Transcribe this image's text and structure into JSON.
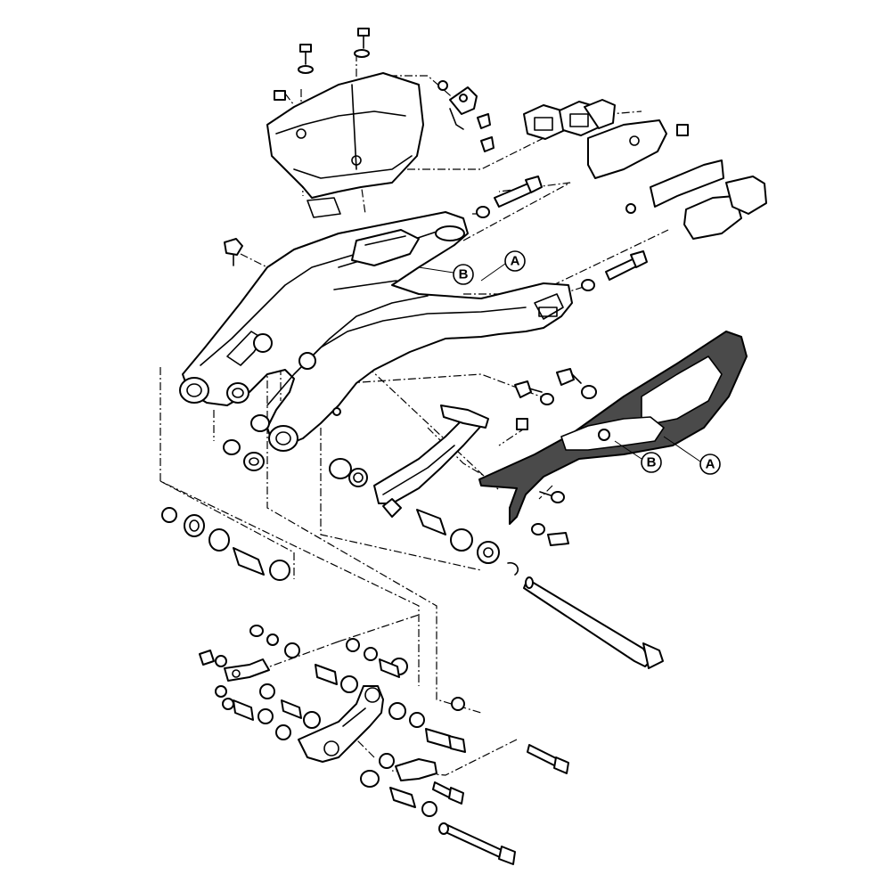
{
  "callouts": {
    "a_top": "A",
    "b_top": "B",
    "a_guard": "A",
    "b_guard": "B"
  }
}
